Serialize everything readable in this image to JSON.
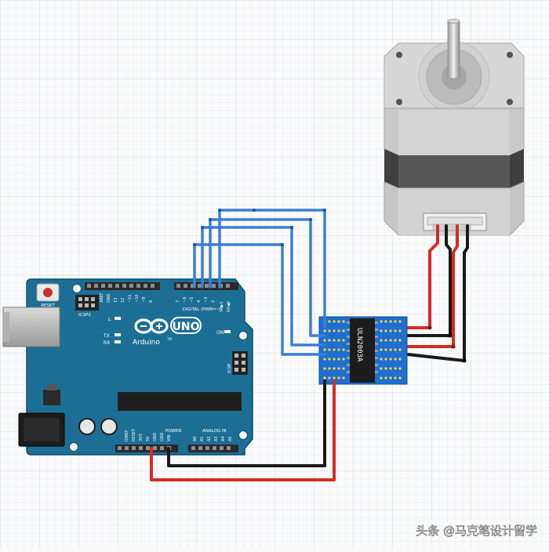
{
  "arduino": {
    "reset_label": "RESET",
    "icsp2_label": "ICSP2",
    "icsp_label": "ICSP",
    "l_label": "L",
    "tx_label": "TX",
    "rx_label": "RX",
    "on_label": "ON",
    "brand": "Arduino",
    "model": "UNO",
    "tm": "TM",
    "aref_label": "AREF",
    "gnd_label": "GND",
    "digital_header": "DIGITAL (PWM=~)",
    "digital_pins": [
      "13",
      "12",
      "~11",
      "~10",
      "~9",
      "8",
      "7",
      "~6",
      "~5",
      "4",
      "~3",
      "2",
      "TX▶1",
      "RX◀0"
    ],
    "power_header": "POWER",
    "power_pins": [
      "IOREF",
      "RESET",
      "3V3",
      "5V",
      "GND",
      "GND",
      "VIN"
    ],
    "analog_header": "ANALOG IN",
    "analog_pins": [
      "A0",
      "A1",
      "A2",
      "A3",
      "A4",
      "A5"
    ]
  },
  "driver": {
    "chip_label": "ULN2003A"
  },
  "watermark": {
    "text": "头条 @马克笔设计留学"
  },
  "colors": {
    "grid": "#dfe5ee",
    "board": "#1d6e95",
    "board_edge": "#0f4f6e",
    "wire_blue": "#3c7fd6",
    "wire_red": "#d82b22",
    "wire_black": "#1a1a1a",
    "motor_light": "#cfcfcf",
    "motor_dark": "#4a4a4a",
    "driver_board": "#1f6fd0"
  }
}
